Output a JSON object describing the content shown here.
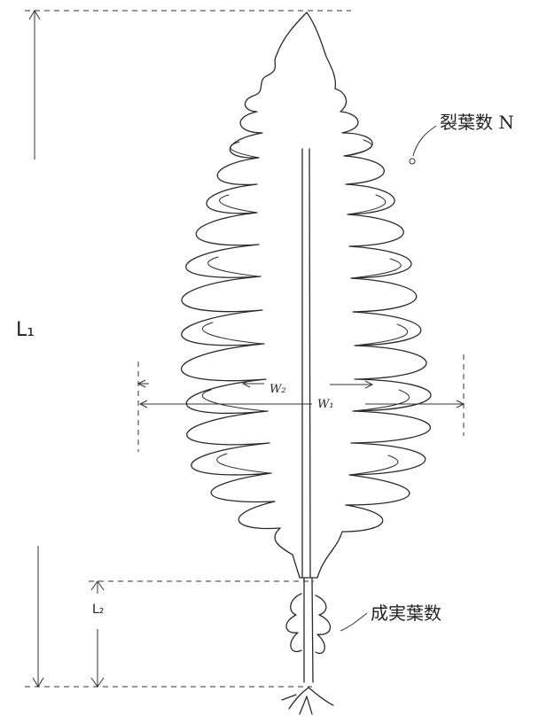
{
  "labels": {
    "lobe_count": "裂葉数 N",
    "length_upper": "L₁",
    "length_lower": "L₂",
    "width_left": "W₂",
    "width_right": "W₁",
    "fruiting_leaves": "成実葉数"
  },
  "colors": {
    "ink": "#2a2a2a",
    "background": "#ffffff"
  }
}
